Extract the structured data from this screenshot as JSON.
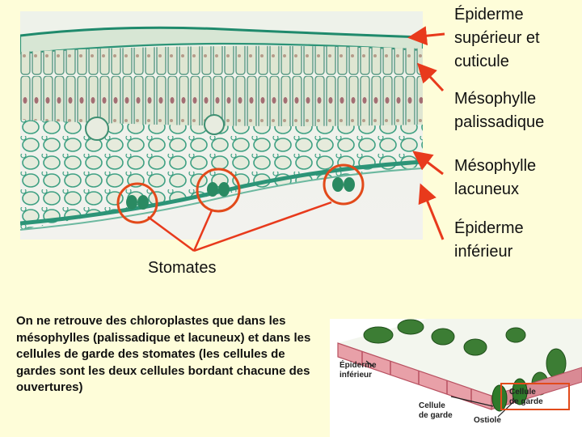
{
  "labels": {
    "upper_epidermis": "Épiderme supérieur et cuticule",
    "palisade": "Mésophylle palissadique",
    "spongy": "Mésophylle lacuneux",
    "lower_epidermis": "Épiderme inférieur",
    "stomata": "Stomates"
  },
  "note": "On ne retrouve des chloroplastes que dans les mésophylles (palissadique et lacuneux) et dans les cellules de garde des stomates (les cellules de gardes sont les deux cellules bordant chacune des ouvertures)",
  "diagram": {
    "lower_epidermis": [
      "Épiderme",
      "inférieur"
    ],
    "guard_cell": [
      "Cellule",
      "de garde"
    ],
    "ostiole": "Ostiole",
    "guard_cell_boxed": [
      "Cellule",
      "de garde"
    ]
  },
  "colors": {
    "background": "#fefdd9",
    "arrow": "#e83a1c",
    "circle": "#e24a1a",
    "guard_cell_green": "#2f7a2a",
    "cell_wall_pink": "#e8a0a8"
  }
}
